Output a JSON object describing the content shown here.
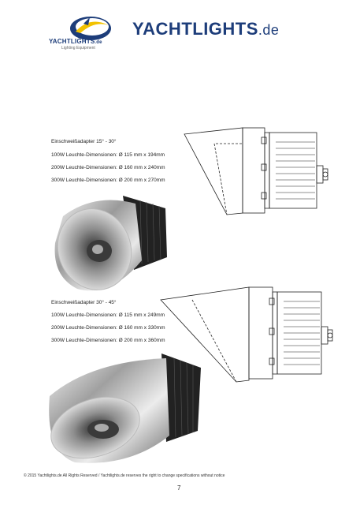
{
  "header": {
    "logo_small_text": "YACHTLIGHTS",
    "logo_small_suffix": ".de",
    "logo_tagline": "Lighting Equipment",
    "brand_text": "YACHTLIGHTS",
    "brand_suffix": ".de",
    "brand_color": "#1d3d7a",
    "accent_color": "#f2c200"
  },
  "section1": {
    "title": "Einschweißadapter 15° - 30°",
    "specs": [
      "100W Leuchte-Dimensionen: Ø 115 mm x 194mm",
      "200W Leuchte-Dimensionen: Ø 160 mm x 240mm",
      "300W Leuchte-Dimensionen: Ø 200 mm x 270mm"
    ]
  },
  "section2": {
    "title": "Einschweißadapter 30° - 45°",
    "specs": [
      "100W Leuchte-Dimensionen: Ø 115 mm x 249mm",
      "200W Leuchte-Dimensionen: Ø 160 mm x 330mm",
      "300W Leuchte-Dimensionen: Ø 200 mm x 360mm"
    ]
  },
  "footer": {
    "copyright": "© 2015 Yachtlights.de All Rights Reserved / Yachtlights.de reserves the right to change specifications without notice",
    "page_number": "7"
  }
}
